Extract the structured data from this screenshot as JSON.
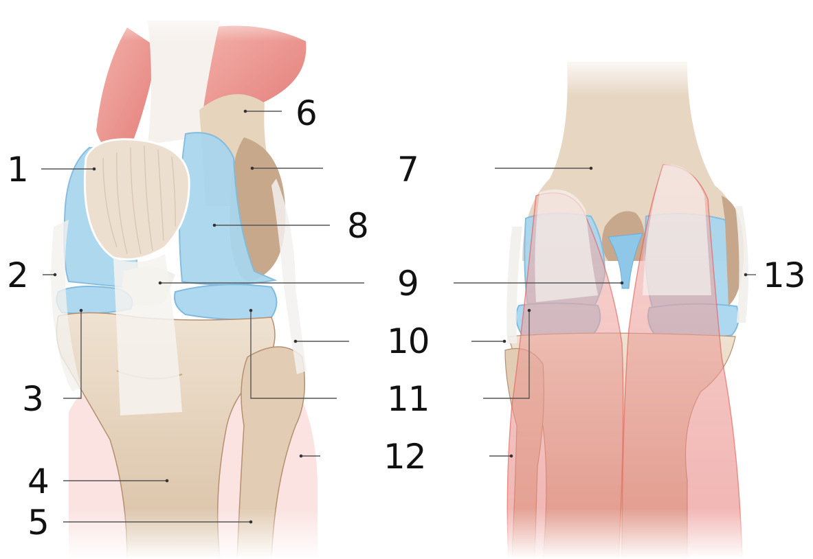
{
  "diagram": {
    "labels": [
      {
        "id": "1",
        "text": "1"
      },
      {
        "id": "2",
        "text": "2"
      },
      {
        "id": "3",
        "text": "3"
      },
      {
        "id": "4",
        "text": "4"
      },
      {
        "id": "5",
        "text": "5"
      },
      {
        "id": "6",
        "text": "6"
      },
      {
        "id": "7",
        "text": "7"
      },
      {
        "id": "8",
        "text": "8"
      },
      {
        "id": "9",
        "text": "9"
      },
      {
        "id": "10",
        "text": "10"
      },
      {
        "id": "11",
        "text": "11"
      },
      {
        "id": "12",
        "text": "12"
      },
      {
        "id": "13",
        "text": "13"
      }
    ],
    "colors": {
      "bone": "#e9d8c3",
      "bone_shadow": "#c9a98a",
      "cartilage": "#a9d6ee",
      "cartilage_edge": "#7fbbe0",
      "muscle": "#f0a4a0",
      "muscle_deep": "#e57f7a",
      "ligament": "#f4f2ef",
      "leader": "#555555"
    }
  }
}
